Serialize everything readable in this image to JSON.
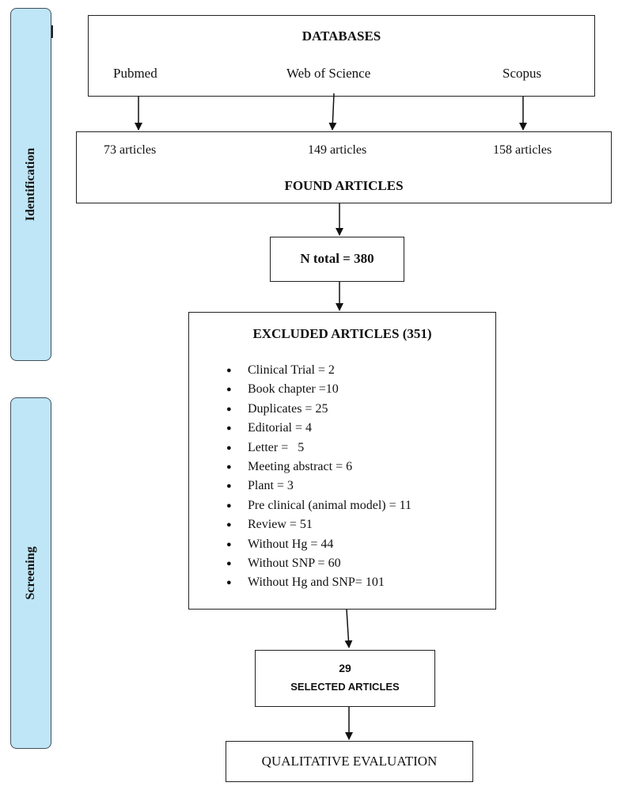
{
  "side_labels": {
    "identification": "Identification",
    "screening": "Screening"
  },
  "databases": {
    "title": "DATABASES",
    "sources": [
      "Pubmed",
      "Web of Science",
      "Scopus"
    ]
  },
  "found": {
    "counts": [
      "73 articles",
      "149 articles",
      "158 articles"
    ],
    "title": "FOUND ARTICLES"
  },
  "total": "N total = 380",
  "excluded": {
    "title": "EXCLUDED ARTICLES (351)",
    "items": [
      "Clinical Trial = 2",
      "Book chapter =10",
      "Duplicates = 25",
      "Editorial = 4",
      "Letter =   5",
      "Meeting abstract = 6",
      "Plant = 3",
      "Pre clinical (animal model) = 11",
      "Review = 51",
      "Without Hg = 44",
      "Without SNP = 60",
      "Without Hg and SNP= 101"
    ]
  },
  "selected": {
    "count": "29",
    "label": "SELECTED ARTICLES"
  },
  "evaluation": "QUALITATIVE EVALUATION"
}
